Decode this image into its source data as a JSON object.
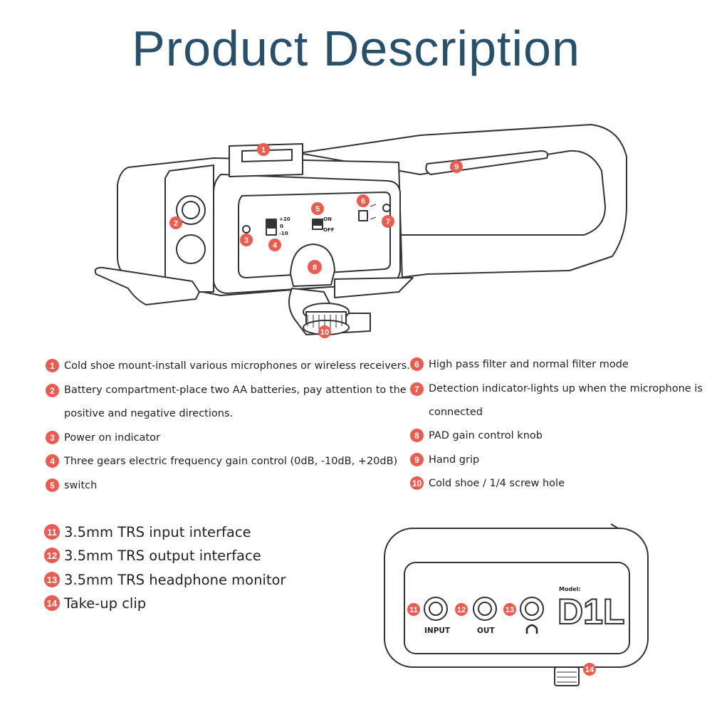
{
  "title": "Product Description",
  "features_left": [
    {
      "num": "1",
      "text": "Cold shoe mount-install various microphones or wireless receivers."
    },
    {
      "num": "2",
      "text": "Battery compartment-place two AA batteries, pay attention to the positive and negative directions."
    },
    {
      "num": "3",
      "text": "Power on indicator"
    },
    {
      "num": "4",
      "text": "Three gears electric frequency gain control (0dB, -10dB, +20dB)"
    },
    {
      "num": "5",
      "text": "switch"
    }
  ],
  "features_right": [
    {
      "num": "6",
      "text": "High pass filter and normal filter mode"
    },
    {
      "num": "7",
      "text": "Detection indicator-lights up when the microphone is connected"
    },
    {
      "num": "8",
      "text": "PAD gain control knob"
    },
    {
      "num": "9",
      "text": "Hand grip"
    },
    {
      "num": "10",
      "text": "Cold shoe / 1/4 screw hole"
    }
  ],
  "features_bottom": [
    {
      "num": "11",
      "text": "3.5mm TRS input interface"
    },
    {
      "num": "12",
      "text": "3.5mm TRS output interface"
    },
    {
      "num": "13",
      "text": "3.5mm TRS headphone monitor"
    },
    {
      "num": "14",
      "text": "Take-up clip"
    }
  ],
  "device": {
    "gain_labels": [
      "+20",
      "0",
      "-10"
    ],
    "switch_labels": [
      "ON",
      "OFF"
    ]
  },
  "back_panel": {
    "model_label": "Model:",
    "model_name": "D1L",
    "port_labels": [
      "INPUT",
      "OUT"
    ]
  },
  "colors": {
    "title": "#27506b",
    "badge": "#ec5b4f"
  }
}
